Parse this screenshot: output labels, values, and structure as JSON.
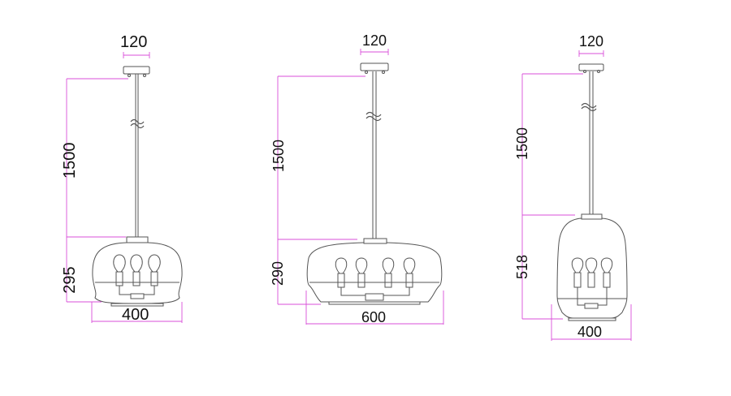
{
  "drawing": {
    "units": "mm",
    "line_color": "#555555",
    "dimension_color": "#d94fd9",
    "text_color": "#111111"
  },
  "lamps": [
    {
      "name": "pendant-3-light-bowl",
      "bulbs": 3,
      "canopy_width": "120",
      "drop_height": "1500",
      "shade_height": "295",
      "shade_width": "400"
    },
    {
      "name": "pendant-4-light-wide",
      "bulbs": 4,
      "canopy_width": "120",
      "drop_height": "1500",
      "shade_height": "290",
      "shade_width": "600"
    },
    {
      "name": "pendant-3-light-tall",
      "bulbs": 3,
      "canopy_width": "120",
      "drop_height": "1500",
      "shade_height": "518",
      "shade_width": "400"
    }
  ]
}
